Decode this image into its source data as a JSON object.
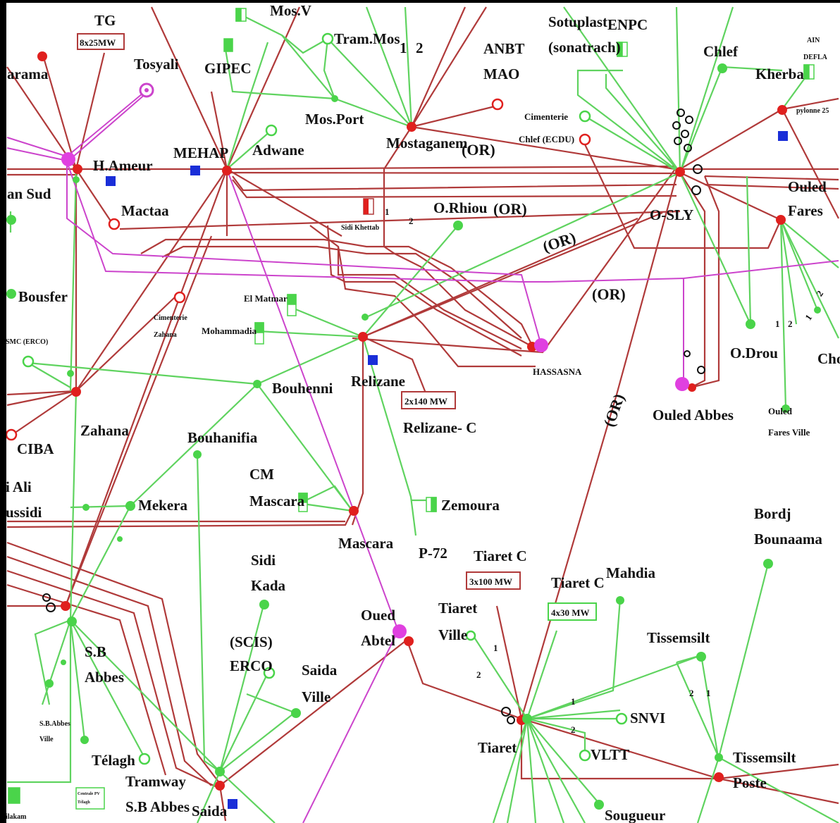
{
  "colors": {
    "line_400kv": "#b03a3a",
    "line_220kv": "#5fd35f",
    "line_hvdc": "#cc44cc",
    "node_red": "#e0201e",
    "node_green": "#4ad44a",
    "node_magenta": "#e040e0",
    "box_blue": "#1a2ed8"
  },
  "labels": {
    "tg": "TG",
    "tg_cap": "8x25MW",
    "mosv": "Mos.V",
    "tram_mos": "Tram.Mos",
    "one_a": "1",
    "two_a": "2",
    "anbt": "ANBT",
    "mao": "MAO",
    "sotuplast": "Sotuplast",
    "sonatrach": "(sonatrach)",
    "enpc": "ENPC",
    "chlef": "Chlef",
    "ain": "AIN",
    "defla": "DEFLA",
    "kherba": "Kherba",
    "pylonne": "pylonne 25",
    "arama": "arama",
    "tosyali": "Tosyali",
    "gipec": "GIPEC",
    "mos_port": "Mos.Port",
    "cimenterie": "Cimenterie",
    "chlef_ecdu": "Chlef (ECDU)",
    "mostaganem": "Mostaganem",
    "or1": "(OR)",
    "mehap": "MEHAP",
    "adwane": "Adwane",
    "h_ameur": "H.Ameur",
    "an_sud": "an Sud",
    "mactaa": "Mactaa",
    "sidi_khettab": "Sidi Khettab",
    "one_b": "1",
    "two_b": "2",
    "o_rhiou": "O.Rhiou",
    "or2": "(OR)",
    "o_sly": "O-SLY",
    "ouled": "Ouled",
    "fares": "Fares",
    "or3": "(OR)",
    "or4": "(OR)",
    "bousfer": "Bousfer",
    "el_matmar": "El Matmar",
    "cimenterie_z": "Cimenterie",
    "zahana_small": "Zahana",
    "mohammadia": "Mohammadia",
    "smc_erco": "SMC (ERCO)",
    "relizane": "Relizane",
    "hassasna": "HASSASNA",
    "bouhenni": "Bouhenni",
    "o_drou": "O.Drou",
    "one_c": "1",
    "two_c": "2",
    "one_d": "1",
    "two_d": "2",
    "cho": "Cho",
    "cap_2x140": "2x140 MW",
    "relizane_c": "Relizane- C",
    "or5": "(OR)",
    "ouled_abbes": "Ouled Abbes",
    "ouled_fv1": "Ouled",
    "ouled_fv2": "Fares Ville",
    "zahana": "Zahana",
    "bouhanifia": "Bouhanifia",
    "ciba": "CIBA",
    "i_ali": "i Ali",
    "ussidi": "ussidi",
    "cm": "CM",
    "mascara_cm": "Mascara",
    "mekera": "Mekera",
    "zemoura": "Zemoura",
    "bordj": "Bordj",
    "bounaama": "Bounaama",
    "mascara": "Mascara",
    "p72": "P-72",
    "tiaret_c1": "Tiaret C",
    "cap_3x100": "3x100 MW",
    "tiaret_c2": "Tiaret C",
    "cap_4x30": "4x30 MW",
    "mahdia": "Mahdia",
    "sidi": "Sidi",
    "kada": "Kada",
    "oued": "Oued",
    "abtel": "Abtel",
    "tiaret_ville1": "Tiaret",
    "tiaret_ville2": "Ville",
    "tissemsilt": "Tissemsilt",
    "sb": "S.B",
    "abbes": "Abbes",
    "scis": "(SCIS)",
    "erco": "ERCO",
    "saida_ville1": "Saida",
    "saida_ville2": "Ville",
    "one_e": "1",
    "two_e": "2",
    "one_f": "1",
    "two_f": "2",
    "snvi": "SNVI",
    "vltt": "VLTT",
    "two_g": "2",
    "one_g": "1",
    "sb_abbes_ville1": "S.B.Abbes",
    "sb_abbes_ville2": "Ville",
    "tiaret": "Tiaret",
    "telagh": "Télagh",
    "tramway": "Tramway",
    "sb_abbes": "S.B Abbes",
    "centrale_pv1": "Centrale PV",
    "centrale_pv2": "Télagh",
    "saida": "Saida",
    "tissemsilt_poste1": "Tissemsilt",
    "tissemsilt_poste2": "Poste",
    "sougueur": "Sougueur",
    "akam": "ilakam"
  }
}
